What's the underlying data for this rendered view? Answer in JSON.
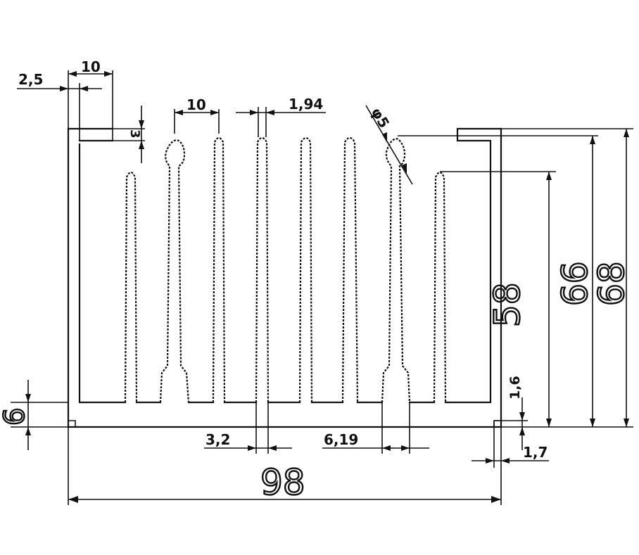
{
  "drawing": {
    "dimensions": {
      "base_side_thickness": "2,5",
      "side_wall_width": "10",
      "fin_gap": "10",
      "fin_tip_thickness": "1,94",
      "hole_diameter": "φ5",
      "top_offset": "3",
      "fin_height": "58",
      "inner_height": "66",
      "total_height": "68",
      "base_thickness": "6",
      "fin_root_thickness": "3,2",
      "boss_width": "6,19",
      "fin_step": "1,6",
      "side_step": "1,7",
      "total_width": "98"
    },
    "colors": {
      "line": "#111111",
      "background": "#ffffff"
    }
  }
}
